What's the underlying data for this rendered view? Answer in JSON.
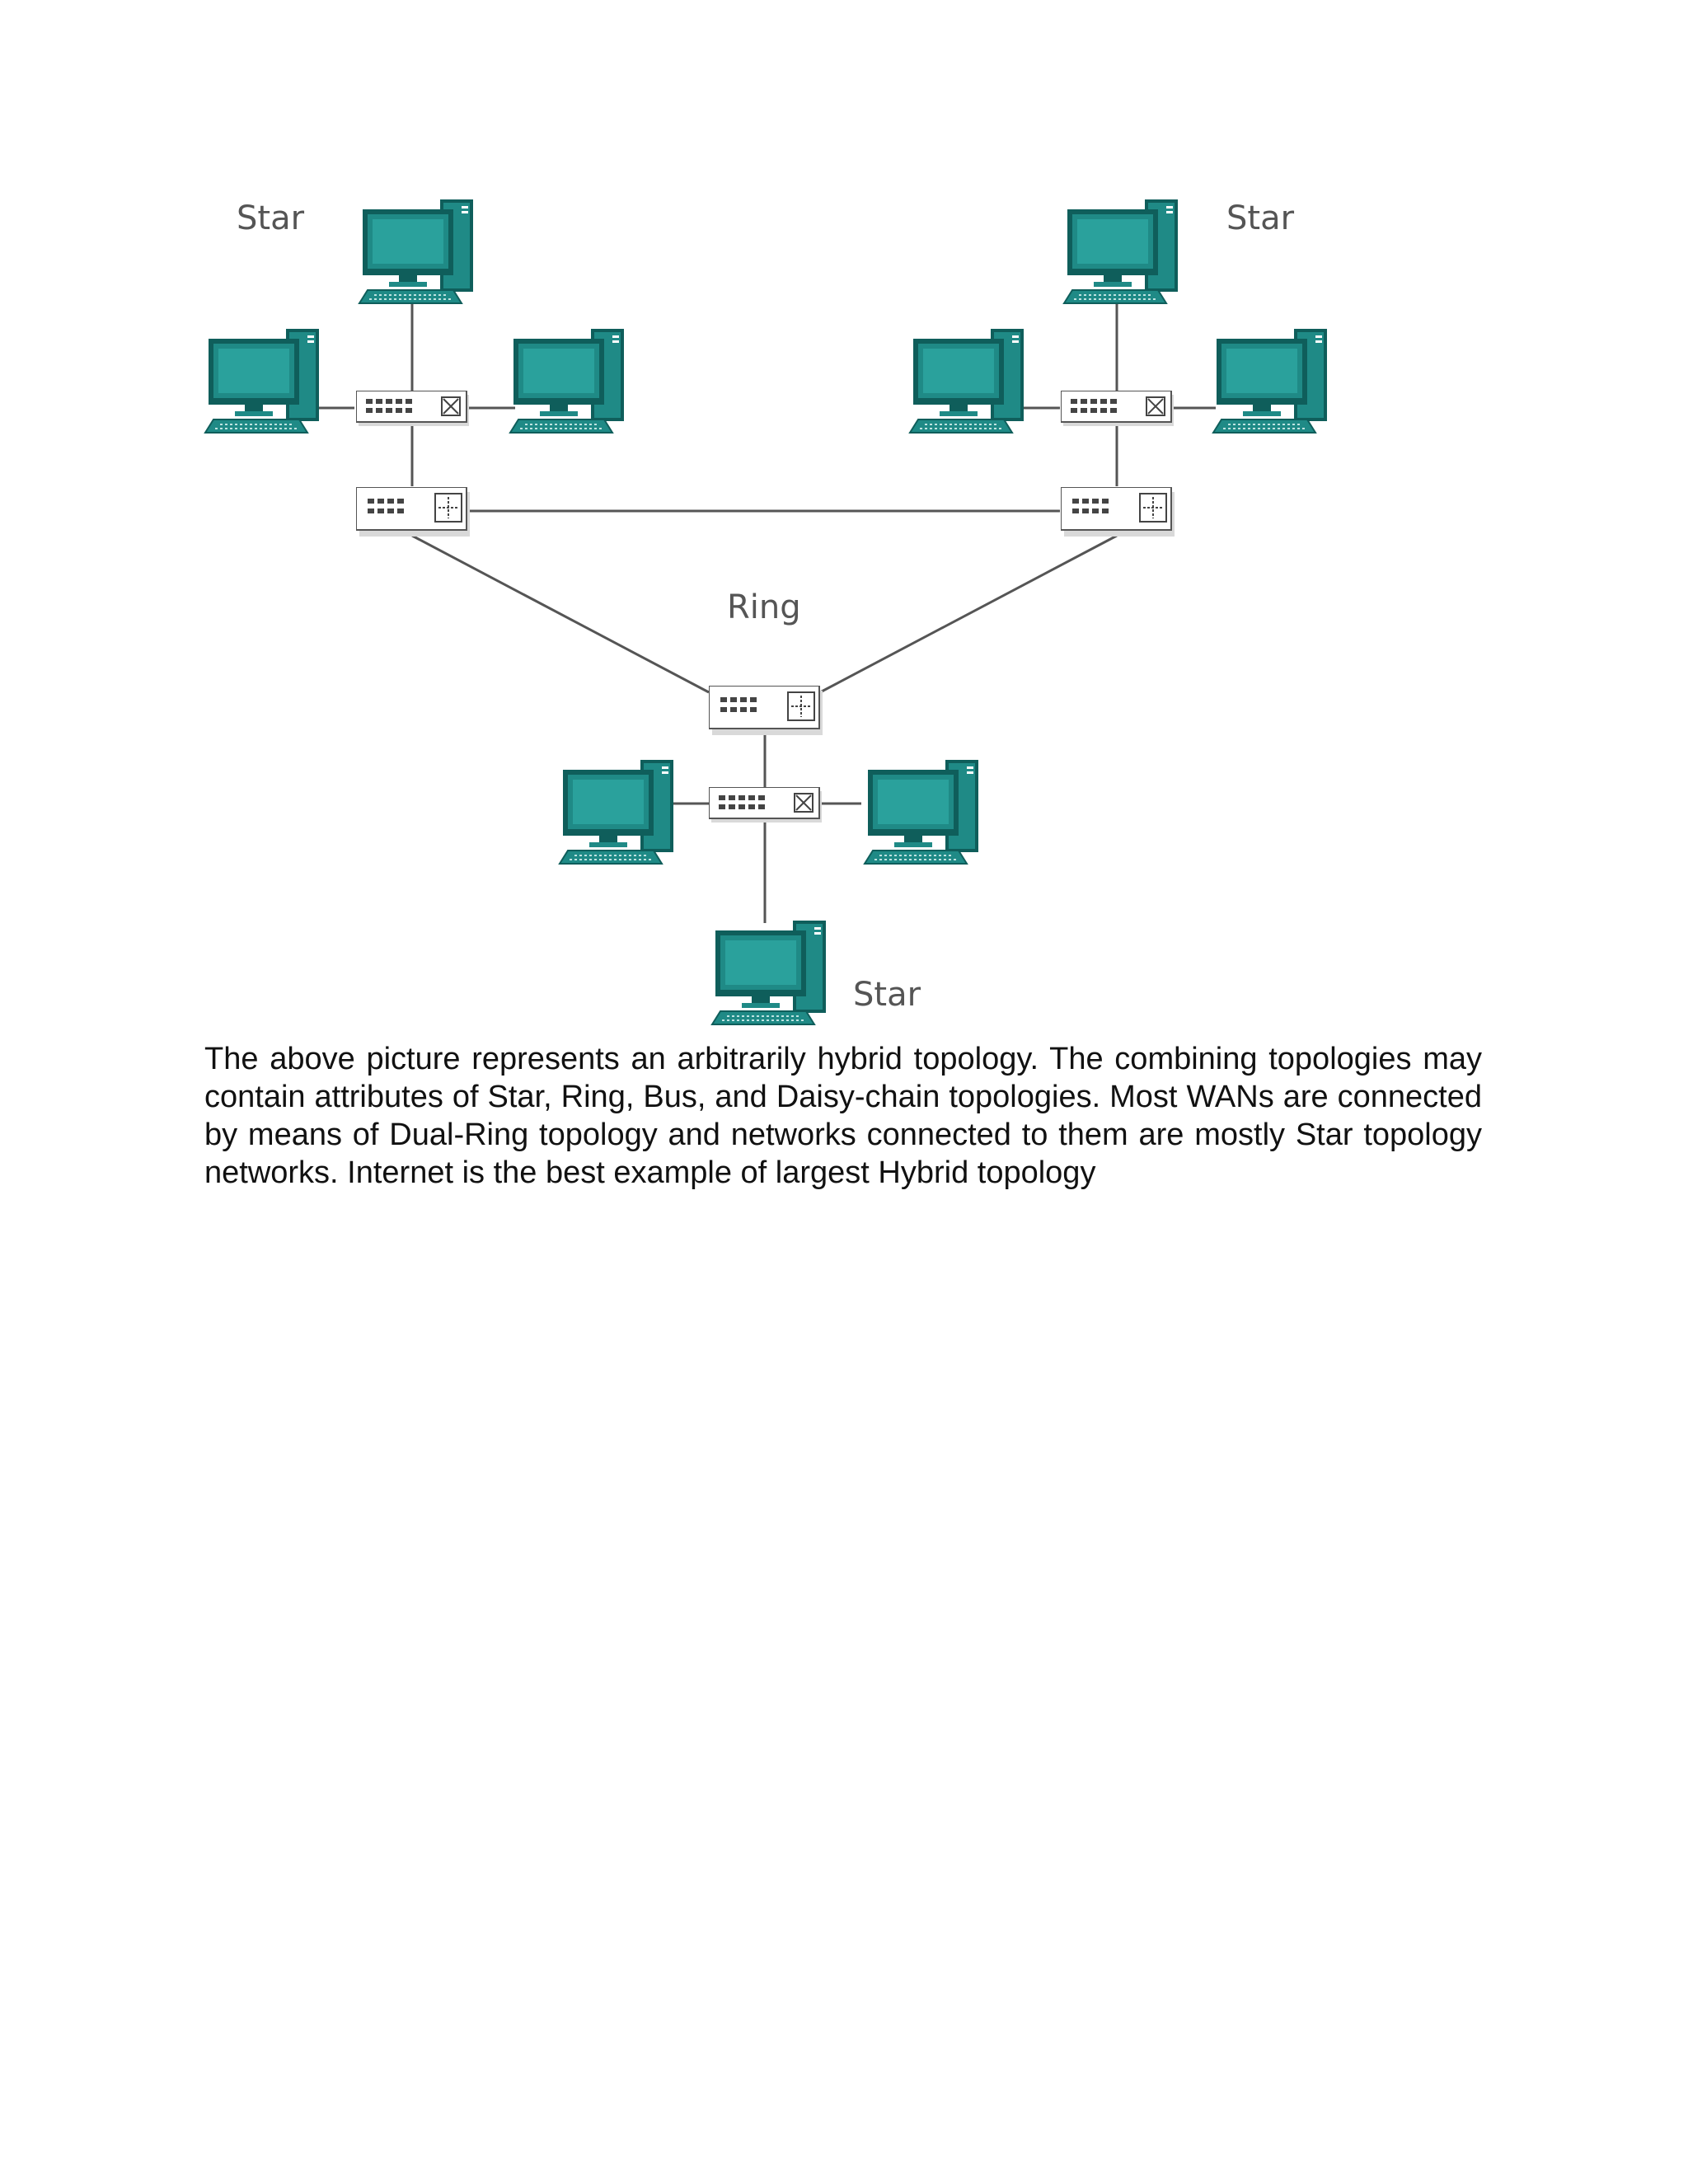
{
  "diagram": {
    "labels": {
      "star_top_left": "Star",
      "star_top_right": "Star",
      "ring": "Ring",
      "star_bottom": "Star"
    },
    "colors": {
      "monitor": "#1f8a86",
      "monitor_dark": "#0f5e5b",
      "device_body": "#ffffff",
      "link": "#555555"
    },
    "icons": [
      "computer-icon",
      "switch-icon",
      "hub-icon"
    ]
  },
  "caption": {
    "text": "The above picture represents an arbitrarily hybrid topology. The combining topologies may contain attributes of Star, Ring, Bus, and Daisy-chain topologies. Most WANs are connected by means of Dual-Ring topology and networks connected to them are mostly Star topology networks. Internet is the best example of largest Hybrid topology"
  }
}
